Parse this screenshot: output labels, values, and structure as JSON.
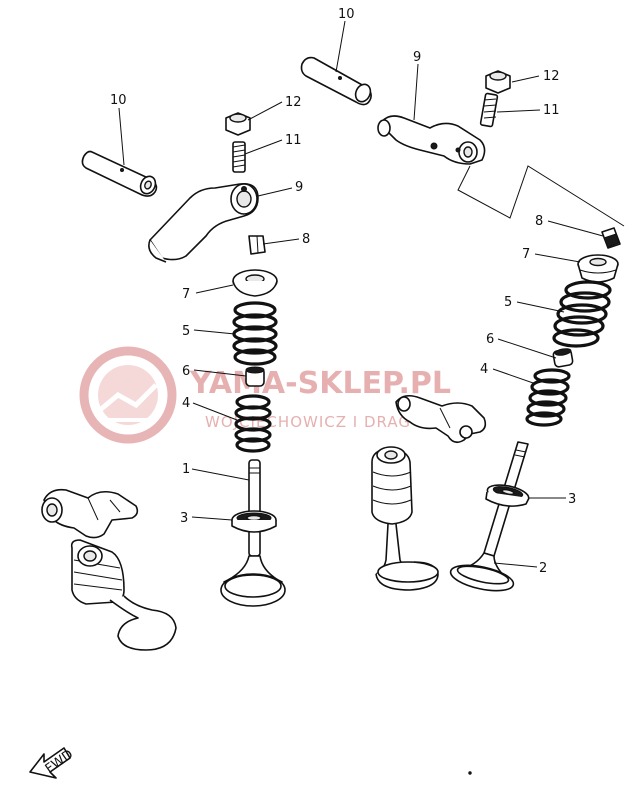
{
  "labels": {
    "valve_in": "1",
    "valve_ex": "2",
    "spring_seat_left": "3",
    "spring_seat_right": "3",
    "inner_spring_left": "4",
    "inner_spring_right": "4",
    "outer_spring_left": "5",
    "outer_spring_right": "5",
    "stem_seal_left": "6",
    "stem_seal_right": "6",
    "retainer_left": "7",
    "retainer_right": "7",
    "cotter_left": "8",
    "cotter_right": "8",
    "rocker_arm_left": "9",
    "rocker_arm_right": "9",
    "rocker_shaft_left": "10",
    "rocker_shaft_right": "10",
    "adjuster_left": "11",
    "adjuster_right": "11",
    "locknut_left": "12",
    "locknut_right": "12"
  },
  "watermark": {
    "brand": "YAMA-SKLEP.PL",
    "sub": "WOJCIECHOWICZ I DRAG YAMA"
  },
  "fwd_label": "FWD",
  "colors": {
    "line": "#111111",
    "watermark": "#e2a3a3"
  }
}
